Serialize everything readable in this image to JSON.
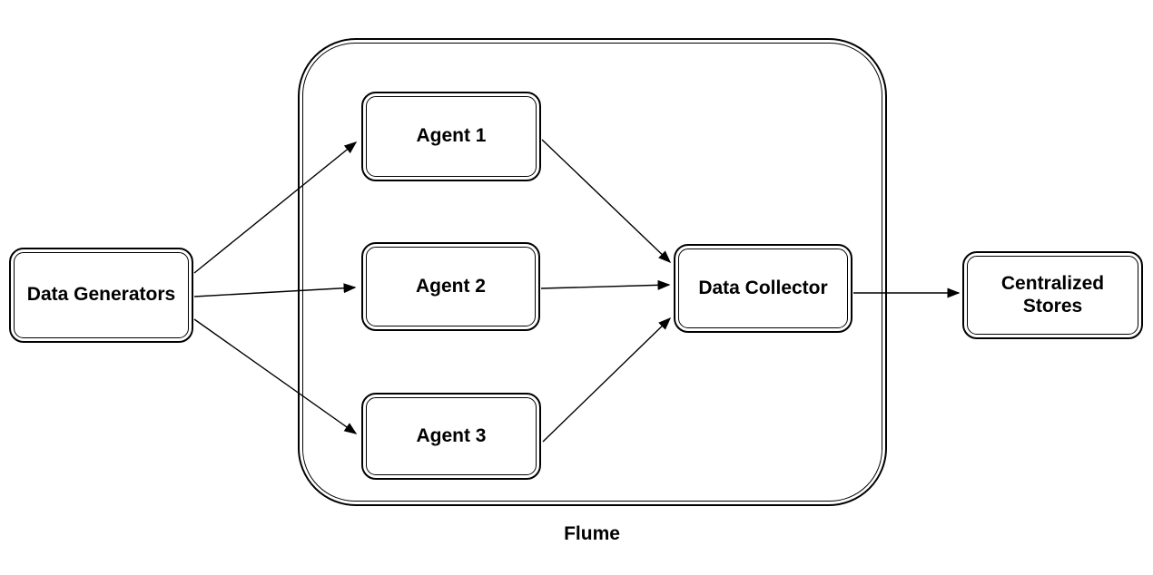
{
  "diagram": {
    "caption": "Flume",
    "nodes": {
      "data_generators": {
        "label": "Data Generators"
      },
      "agent_1": {
        "label": "Agent 1"
      },
      "agent_2": {
        "label": "Agent 2"
      },
      "agent_3": {
        "label": "Agent 3"
      },
      "data_collector": {
        "label": "Data Collector"
      },
      "centralized_stores": {
        "label": "Centralized\nStores"
      }
    },
    "container": {
      "label": "Flume",
      "contains": [
        "Agent 1",
        "Agent 2",
        "Agent 3",
        "Data Collector"
      ]
    },
    "edges": [
      {
        "from": "Data Generators",
        "to": "Agent 1"
      },
      {
        "from": "Data Generators",
        "to": "Agent 2"
      },
      {
        "from": "Data Generators",
        "to": "Agent 3"
      },
      {
        "from": "Agent 1",
        "to": "Data Collector"
      },
      {
        "from": "Agent 2",
        "to": "Data Collector"
      },
      {
        "from": "Agent 3",
        "to": "Data Collector"
      },
      {
        "from": "Data Collector",
        "to": "Centralized Stores"
      }
    ],
    "colors": {
      "stroke": "#000000",
      "fill": "#ffffff",
      "text": "#000000"
    }
  }
}
